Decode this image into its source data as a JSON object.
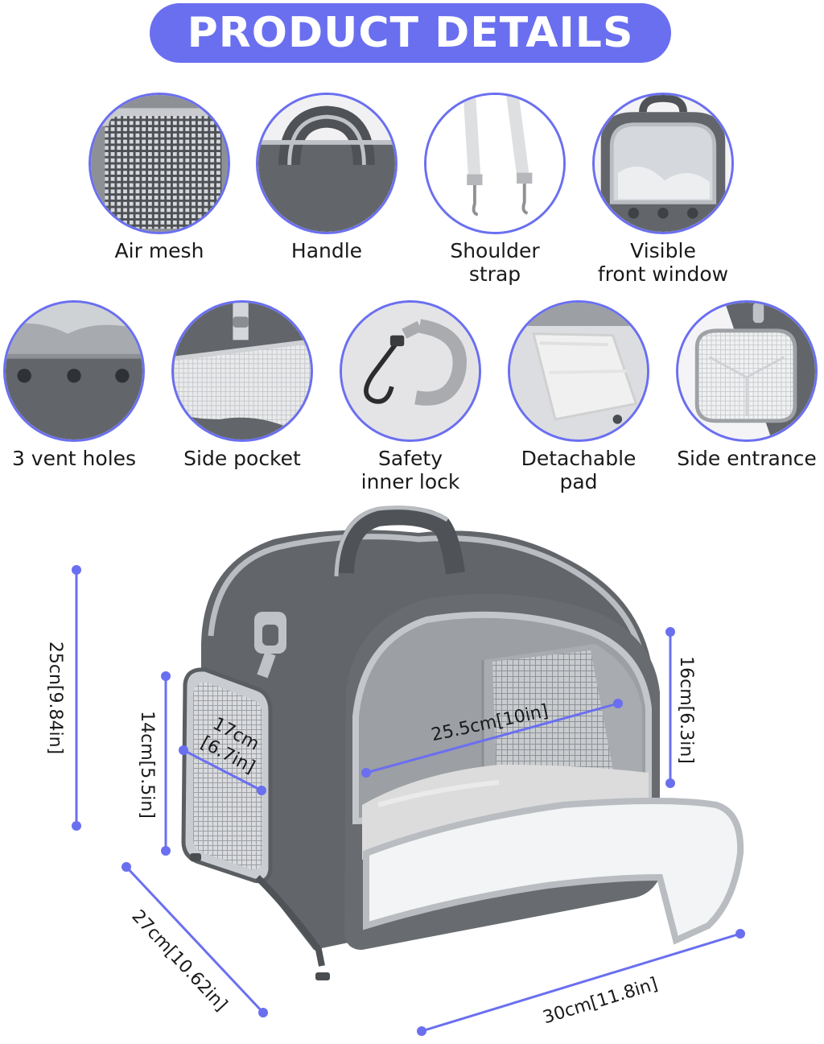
{
  "banner": {
    "title": "PRODUCT DETAILS",
    "color": "#6a6ff0"
  },
  "features": [
    {
      "icon": "air-mesh-icon",
      "lines": [
        "Air mesh"
      ]
    },
    {
      "icon": "handle-icon",
      "lines": [
        "Handle"
      ]
    },
    {
      "icon": "shoulder-strap-icon",
      "lines": [
        "Shoulder",
        "strap"
      ]
    },
    {
      "icon": "front-window-icon",
      "lines": [
        "Visible",
        "front window"
      ]
    },
    {
      "icon": "vent-holes-icon",
      "lines": [
        "3 vent holes"
      ]
    },
    {
      "icon": "side-pocket-icon",
      "lines": [
        "Side pocket"
      ]
    },
    {
      "icon": "inner-lock-icon",
      "lines": [
        "Safety",
        "inner lock"
      ]
    },
    {
      "icon": "pad-icon",
      "lines": [
        "Detachable",
        "pad"
      ]
    },
    {
      "icon": "side-entrance-icon",
      "lines": [
        "Side entrance"
      ]
    }
  ],
  "dimensions": {
    "height_total": "25cn[9.84in]",
    "side_height": "14cm[5.5in]",
    "side_width_line1": "17cm",
    "side_width_line2": "[6.7in]",
    "inner_width": "25.5cm[10in]",
    "window_height": "16cm[6.3in]",
    "depth": "27cm[10.62in]",
    "length": "30cm[11.8in]"
  },
  "colors": {
    "accent": "#6a6ff0",
    "carrier": "#62666a",
    "trim": "#b9bcc0",
    "fleece": "#dcdcdc"
  }
}
